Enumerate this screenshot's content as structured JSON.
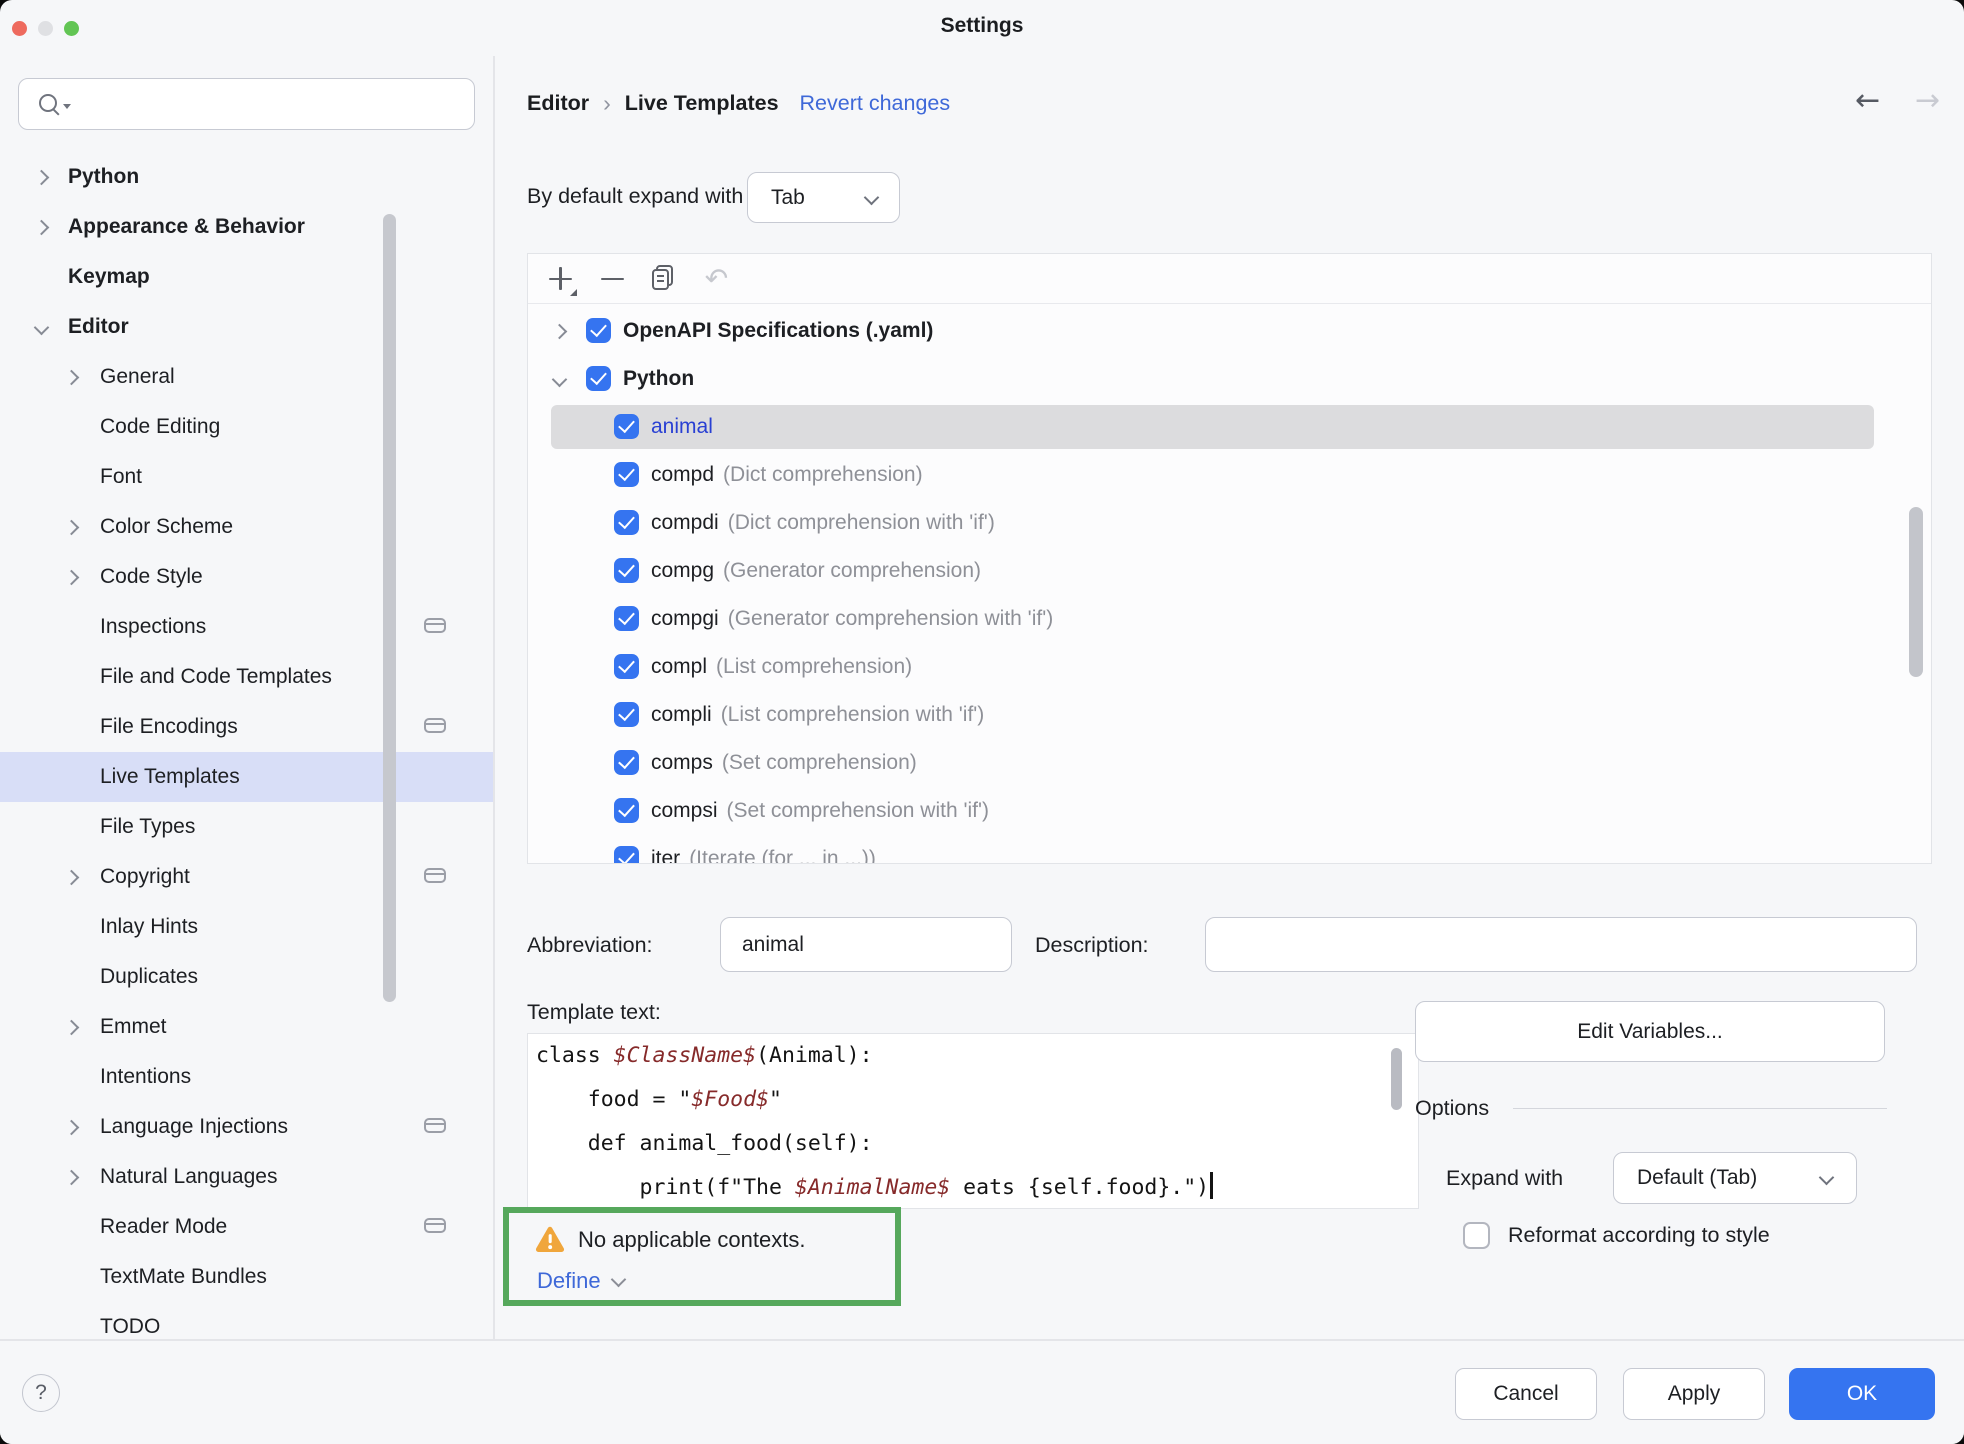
{
  "window": {
    "title": "Settings"
  },
  "colors": {
    "accent_blue": "#3574F0",
    "link_blue": "#3E68D8",
    "selected_template_name": "#2940D3",
    "sidebar_selection": "#D8DEF7",
    "list_selection": "#DCDCDE",
    "annotation_green": "#56A85C",
    "warning_orange": "#F0A63C",
    "template_variable_red": "#862A2A"
  },
  "sidebar": {
    "search": {
      "placeholder": ""
    },
    "items": [
      {
        "label": "Python",
        "bold": true,
        "chevron": "right",
        "level": 0
      },
      {
        "label": "Appearance & Behavior",
        "bold": true,
        "chevron": "right",
        "level": 0
      },
      {
        "label": "Keymap",
        "bold": true,
        "level": 0
      },
      {
        "label": "Editor",
        "bold": true,
        "chevron": "down",
        "level": 0
      },
      {
        "label": "General",
        "chevron": "right",
        "level": 1
      },
      {
        "label": "Code Editing",
        "level": 1
      },
      {
        "label": "Font",
        "level": 1
      },
      {
        "label": "Color Scheme",
        "chevron": "right",
        "level": 1
      },
      {
        "label": "Code Style",
        "chevron": "right",
        "level": 1
      },
      {
        "label": "Inspections",
        "level": 1,
        "trailing_icon": "window"
      },
      {
        "label": "File and Code Templates",
        "level": 1
      },
      {
        "label": "File Encodings",
        "level": 1,
        "trailing_icon": "window"
      },
      {
        "label": "Live Templates",
        "level": 1,
        "selected": true
      },
      {
        "label": "File Types",
        "level": 1
      },
      {
        "label": "Copyright",
        "chevron": "right",
        "level": 1,
        "trailing_icon": "window"
      },
      {
        "label": "Inlay Hints",
        "level": 1
      },
      {
        "label": "Duplicates",
        "level": 1
      },
      {
        "label": "Emmet",
        "chevron": "right",
        "level": 1
      },
      {
        "label": "Intentions",
        "level": 1
      },
      {
        "label": "Language Injections",
        "chevron": "right",
        "level": 1,
        "trailing_icon": "window"
      },
      {
        "label": "Natural Languages",
        "chevron": "right",
        "level": 1
      },
      {
        "label": "Reader Mode",
        "level": 1,
        "trailing_icon": "window"
      },
      {
        "label": "TextMate Bundles",
        "level": 1
      },
      {
        "label": "TODO",
        "level": 1
      }
    ]
  },
  "header": {
    "breadcrumb_parent": "Editor",
    "breadcrumb_sep": "›",
    "breadcrumb_current": "Live Templates",
    "revert_link": "Revert changes",
    "back_arrow": "←",
    "forward_arrow": "→"
  },
  "expand_default": {
    "label": "By default expand with",
    "value": "Tab"
  },
  "toolbar": {
    "icons": [
      "add",
      "remove",
      "duplicate",
      "undo"
    ]
  },
  "template_tree": {
    "rows": [
      {
        "type": "group",
        "label": "OpenAPI Specifications (.yaml)",
        "chevron": "right",
        "checked": true
      },
      {
        "type": "group",
        "label": "Python",
        "chevron": "down",
        "checked": true
      },
      {
        "type": "item",
        "name": "animal",
        "description": "",
        "checked": true,
        "selected": true
      },
      {
        "type": "item",
        "name": "compd",
        "description": "(Dict comprehension)",
        "checked": true
      },
      {
        "type": "item",
        "name": "compdi",
        "description": "(Dict comprehension with 'if')",
        "checked": true
      },
      {
        "type": "item",
        "name": "compg",
        "description": "(Generator comprehension)",
        "checked": true
      },
      {
        "type": "item",
        "name": "compgi",
        "description": "(Generator comprehension with 'if')",
        "checked": true
      },
      {
        "type": "item",
        "name": "compl",
        "description": "(List comprehension)",
        "checked": true
      },
      {
        "type": "item",
        "name": "compli",
        "description": "(List comprehension with 'if')",
        "checked": true
      },
      {
        "type": "item",
        "name": "comps",
        "description": "(Set comprehension)",
        "checked": true
      },
      {
        "type": "item",
        "name": "compsi",
        "description": "(Set comprehension with 'if')",
        "checked": true
      },
      {
        "type": "item",
        "name": "iter",
        "description": "(Iterate (for ... in ...))",
        "checked": true
      }
    ]
  },
  "form": {
    "abbreviation_label": "Abbreviation:",
    "abbreviation_value": "animal",
    "description_label": "Description:",
    "description_value": "",
    "template_text_label": "Template text:",
    "code_lines": [
      {
        "segments": [
          {
            "t": "class ",
            "v": false
          },
          {
            "t": "$ClassName$",
            "v": true
          },
          {
            "t": "(Animal):",
            "v": false
          }
        ]
      },
      {
        "segments": [
          {
            "t": "    food = \"",
            "v": false
          },
          {
            "t": "$Food$",
            "v": true
          },
          {
            "t": "\"",
            "v": false
          }
        ]
      },
      {
        "segments": [
          {
            "t": "    def animal_food(self):",
            "v": false
          }
        ]
      },
      {
        "segments": [
          {
            "t": "        print(f\"The ",
            "v": false
          },
          {
            "t": "$AnimalName$",
            "v": true
          },
          {
            "t": " eats {self.food}.\")",
            "v": false
          }
        ],
        "caret": true
      }
    ],
    "edit_variables_button": "Edit Variables...",
    "options_title": "Options",
    "expand_with_label": "Expand with",
    "expand_with_value": "Default (Tab)",
    "reformat_label": "Reformat according to style",
    "warning_text": "No applicable contexts.",
    "define_link": "Define"
  },
  "footer": {
    "help_label": "?",
    "cancel_label": "Cancel",
    "apply_label": "Apply",
    "ok_label": "OK"
  }
}
